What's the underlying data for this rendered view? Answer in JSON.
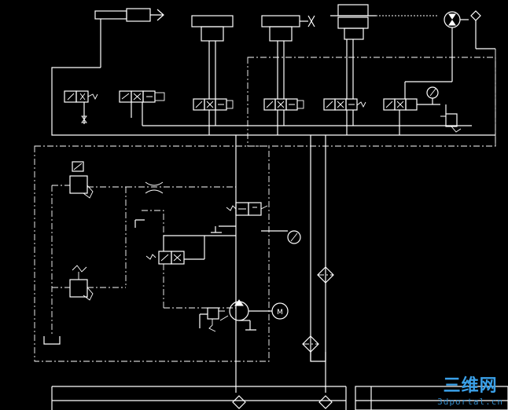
{
  "diagram": {
    "motor_label": "M"
  },
  "watermark": {
    "logo": "三维网",
    "sub": "3dportal.cn"
  },
  "colors": {
    "background": "#000000",
    "lines": "#ffffff",
    "watermark": "#3aa0e8"
  }
}
